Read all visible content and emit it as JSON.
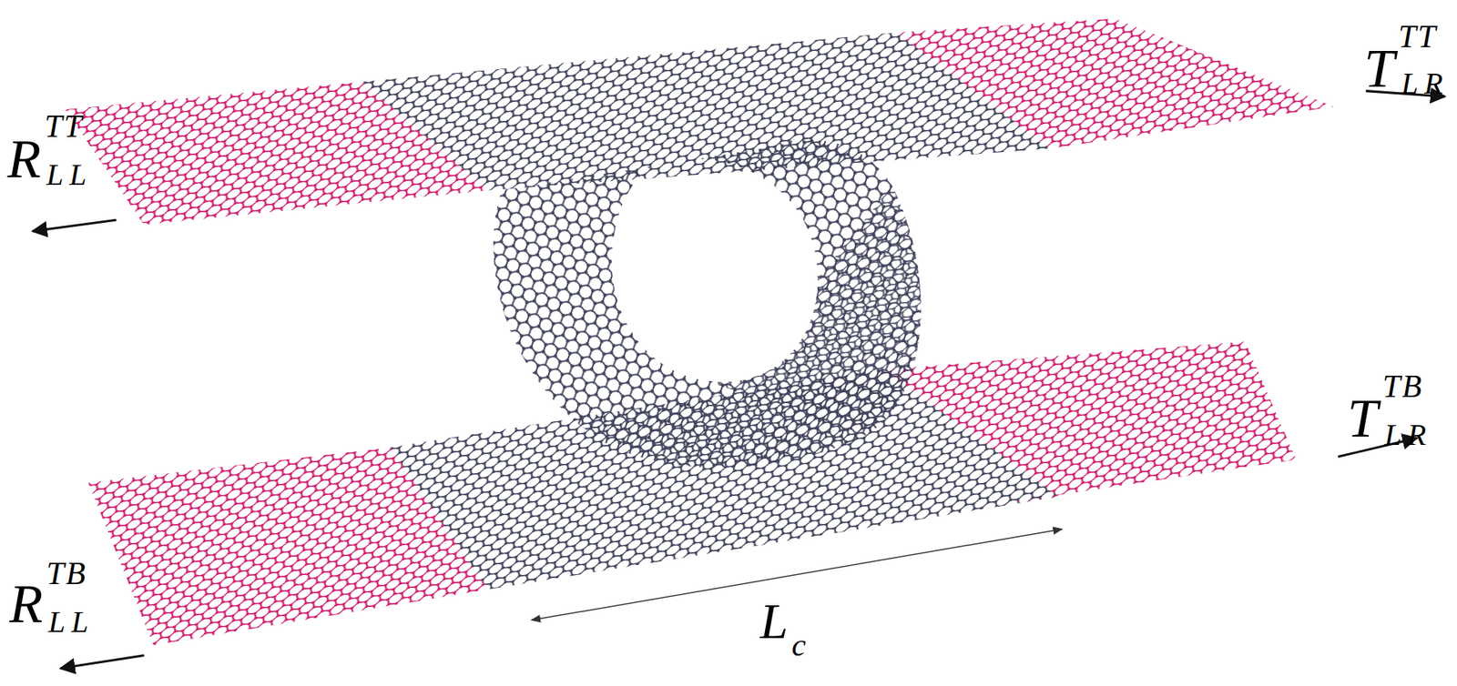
{
  "diagram": {
    "labels": [
      "R",
      "TT",
      "LL",
      "T",
      "TT",
      "LR",
      "T",
      "TB",
      "LR",
      "R",
      "TB",
      "LL",
      "L",
      "c"
    ]
  }
}
